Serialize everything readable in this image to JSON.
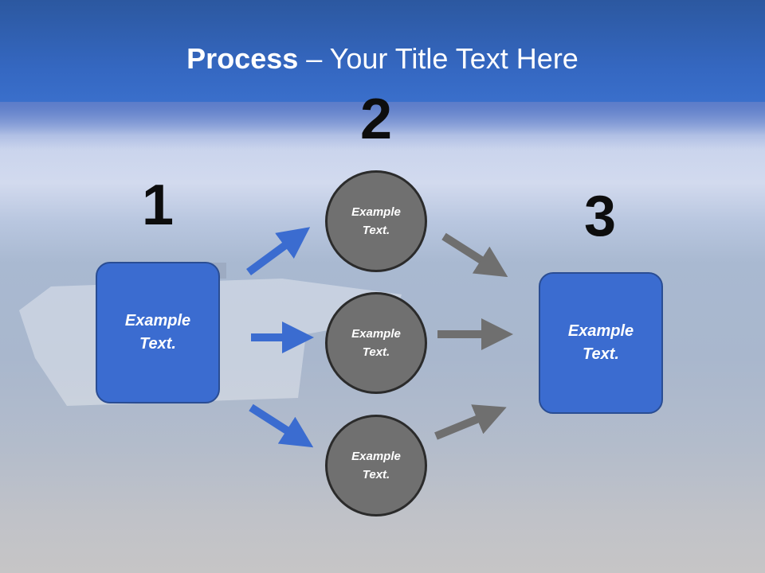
{
  "slide": {
    "title_bold": "Process",
    "title_rest": " – Your Title Text Here"
  },
  "steps": [
    {
      "number": "1",
      "label": "Example Text."
    },
    {
      "number": "2",
      "items": [
        "Example Text.",
        "Example Text.",
        "Example Text."
      ]
    },
    {
      "number": "3",
      "label": "Example Text."
    }
  ],
  "colors": {
    "box_fill": "#3b6cd0",
    "circle_fill": "#707070",
    "arrow_blue": "#3b6cd0",
    "arrow_gray": "#6f6f6f"
  }
}
